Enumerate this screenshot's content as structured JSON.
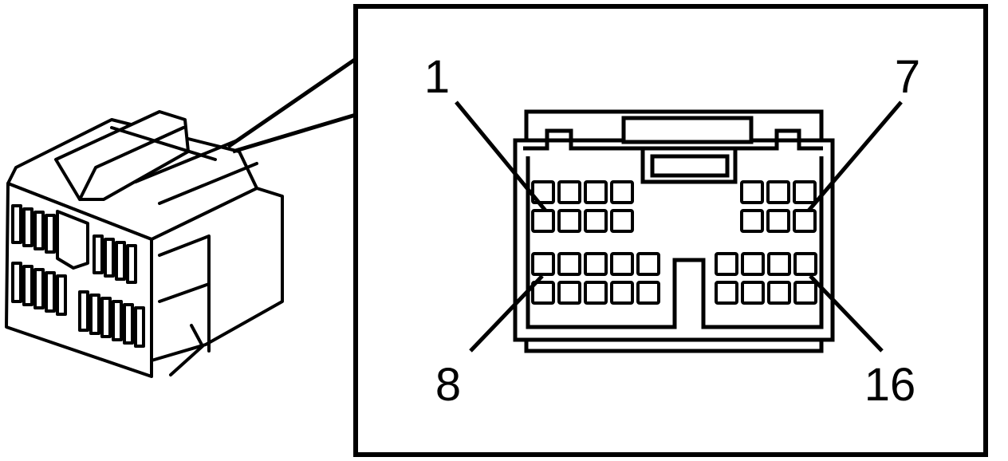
{
  "labels": {
    "pin_top_left": "1",
    "pin_top_right": "7",
    "pin_bottom_left": "8",
    "pin_bottom_right": "16"
  },
  "colors": {
    "line": "#000000",
    "background": "#ffffff"
  }
}
